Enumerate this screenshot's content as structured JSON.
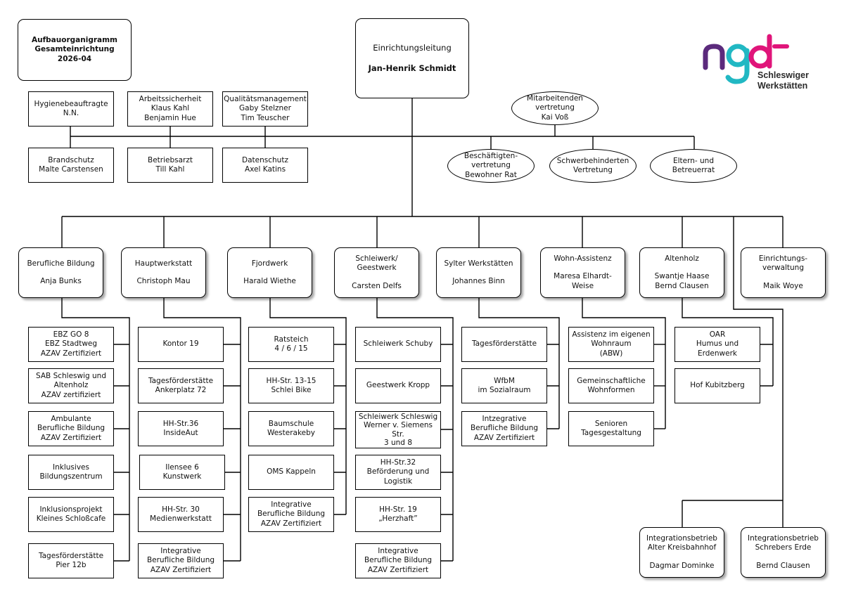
{
  "header": {
    "title_lines": [
      "Aufbauorganigramm",
      "Gesamteinrichtung",
      "2026-04"
    ]
  },
  "leader": {
    "role": "Einrichtungsleitung",
    "name": "Jan-Henrik Schmidt"
  },
  "logo": {
    "mark": "ngd",
    "line1": "Schleswiger",
    "line2": "Werkstätten",
    "color_n": "#5b2a7c",
    "color_g": "#21b8c3",
    "color_d": "#e0157a"
  },
  "staff_top": [
    {
      "lines": [
        "Hygienebeauftragte",
        "N.N."
      ]
    },
    {
      "lines": [
        "Arbeitssicherheit",
        "Klaus Kahl",
        "Benjamin Hue"
      ]
    },
    {
      "lines": [
        "Qualitätsmanagement",
        "Gaby Stelzner",
        "Tim Teuscher"
      ]
    }
  ],
  "staff_bottom": [
    {
      "lines": [
        "Brandschutz",
        "Malte Carstensen"
      ]
    },
    {
      "lines": [
        "Betriebsarzt",
        "Till Kahl"
      ]
    },
    {
      "lines": [
        "Datenschutz",
        "Axel Katins"
      ]
    }
  ],
  "mav": {
    "lines": [
      "Mitarbeitenden",
      "vertretung",
      "Kai Voß"
    ]
  },
  "councils": [
    {
      "lines": [
        "Beschäftigten-",
        "vertretung",
        "Bewohner Rat"
      ]
    },
    {
      "lines": [
        "Schwerbehinderten",
        "Vertretung"
      ]
    },
    {
      "lines": [
        "Eltern- und",
        "Betreuerrat"
      ]
    }
  ],
  "departments": [
    {
      "title": [
        "Berufliche Bildung"
      ],
      "names": [
        "Anja Bunks"
      ]
    },
    {
      "title": [
        "Hauptwerkstatt"
      ],
      "names": [
        "Christoph Mau"
      ]
    },
    {
      "title": [
        "Fjordwerk"
      ],
      "names": [
        "Harald Wiethe"
      ]
    },
    {
      "title": [
        "Schleiwerk/",
        "Geestwerk"
      ],
      "names": [
        "Carsten Delfs"
      ]
    },
    {
      "title": [
        "Sylter Werkstätten"
      ],
      "names": [
        "Johannes Binn"
      ]
    },
    {
      "title": [
        "Wohn-Assistenz"
      ],
      "names": [
        "Maresa Elhardt-",
        "Weise"
      ]
    },
    {
      "title": [
        "Altenholz"
      ],
      "names": [
        "Swantje Haase",
        "Bernd Clausen"
      ]
    },
    {
      "title": [
        "Einrichtungs-",
        "verwaltung"
      ],
      "names": [
        "Maik Woye"
      ]
    }
  ],
  "units": [
    [
      {
        "lines": [
          "EBZ GO 8",
          "EBZ Stadtweg",
          "AZAV Zertifiziert"
        ]
      },
      {
        "lines": [
          "SAB  Schleswig und",
          "Altenholz",
          "AZAV zertifiziert"
        ]
      },
      {
        "lines": [
          "Ambulante",
          "Berufliche Bildung",
          "AZAV Zertifiziert"
        ]
      },
      {
        "lines": [
          "Inklusives",
          "Bildungszentrum"
        ]
      },
      {
        "lines": [
          "Inklusionsprojekt",
          "Kleines Schloßcafe"
        ]
      },
      {
        "lines": [
          "Tagesförderstätte",
          "Pier 12b"
        ]
      }
    ],
    [
      {
        "lines": [
          "Kontor 19"
        ]
      },
      {
        "lines": [
          "Tagesförderstätte",
          "Ankerplatz 72"
        ]
      },
      {
        "lines": [
          "HH-Str.36",
          "InsideAut"
        ]
      },
      {
        "lines": [
          "Ilensee 6",
          "Kunstwerk"
        ]
      },
      {
        "lines": [
          "HH-Str. 30",
          "Medienwerkstatt"
        ]
      },
      {
        "lines": [
          "Integrative",
          "Berufliche Bildung",
          "AZAV Zertifiziert"
        ]
      }
    ],
    [
      {
        "lines": [
          "Ratsteich",
          "4 / 6 / 15"
        ]
      },
      {
        "lines": [
          "HH-Str. 13-15",
          "Schlei Bike"
        ]
      },
      {
        "lines": [
          "Baumschule",
          "Westerakeby"
        ]
      },
      {
        "lines": [
          "OMS Kappeln"
        ]
      },
      {
        "lines": [
          "Integrative",
          "Berufliche Bildung",
          "AZAV Zertifiziert"
        ]
      }
    ],
    [
      {
        "lines": [
          "Schleiwerk Schuby"
        ]
      },
      {
        "lines": [
          "Geestwerk Kropp"
        ]
      },
      {
        "lines": [
          "Schleiwerk Schleswig",
          "Werner v. Siemens",
          "Str.",
          "3 und 8"
        ]
      },
      {
        "lines": [
          "HH-Str.32",
          "Beförderung und",
          "Logistik"
        ]
      },
      {
        "lines": [
          "HH-Str. 19",
          "„Herzhaft”"
        ]
      },
      {
        "lines": [
          "Integrative",
          "Berufliche Bildung",
          "AZAV Zertifiziert"
        ]
      }
    ],
    [
      {
        "lines": [
          "Tagesförderstätte"
        ]
      },
      {
        "lines": [
          "WfbM",
          "im Sozialraum"
        ]
      },
      {
        "lines": [
          "Intzegrative",
          "Berufliche Bildung",
          "AZAV Zertifiziert"
        ]
      }
    ],
    [
      {
        "lines": [
          "Assistenz im eigenen",
          "Wohnraum",
          "(ABW)"
        ]
      },
      {
        "lines": [
          "Gemeinschaftliche",
          "Wohnformen"
        ]
      },
      {
        "lines": [
          "Senioren",
          "Tagesgestaltung"
        ]
      }
    ],
    [
      {
        "lines": [
          "OAR",
          "Humus und",
          "Erdenwerk"
        ]
      },
      {
        "lines": [
          "Hof Kubitzberg"
        ]
      }
    ]
  ],
  "integration": [
    {
      "title": [
        "Integrationsbetrieb",
        "Alter Kreisbahnhof"
      ],
      "name": "Dagmar Dominke"
    },
    {
      "title": [
        "Integrationsbetrieb",
        "Schrebers Erde"
      ],
      "name": "Bernd Clausen"
    }
  ]
}
